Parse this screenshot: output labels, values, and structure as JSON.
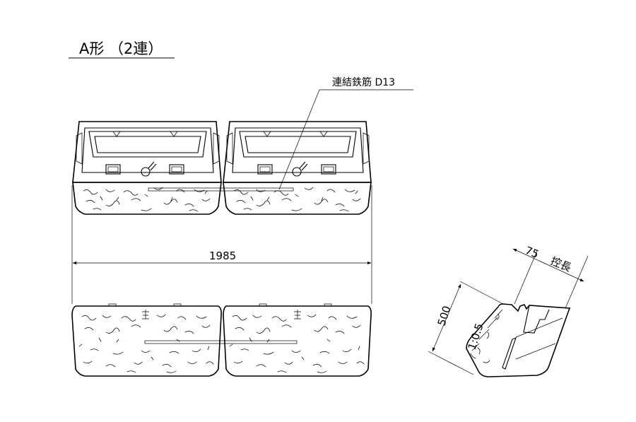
{
  "title": "A形 （2連）",
  "rebar_label": "連結鉄筋  D13",
  "width_dimension": "1985",
  "height_dimension": "500",
  "slope_label": "1:0.5",
  "depth_dimension": "75",
  "depth_label": "控長"
}
